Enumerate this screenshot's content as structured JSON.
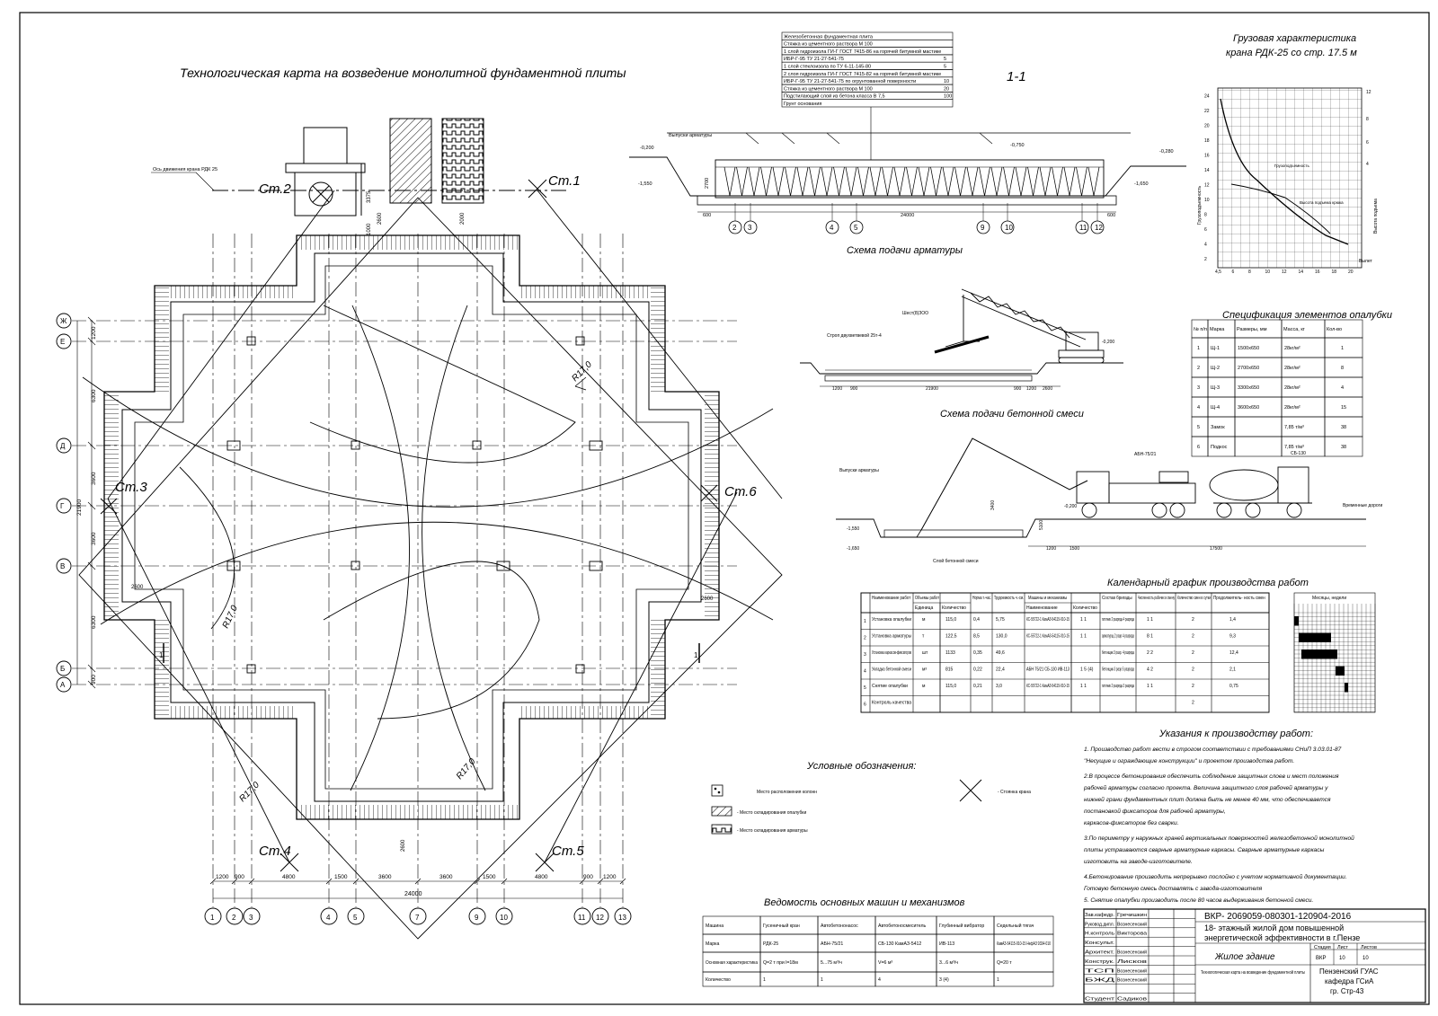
{
  "main_title": "Технологическая карта на возведение монолитной фундаментной плиты",
  "section_label": "1-1",
  "layer_table": {
    "rows": [
      "Железобетонная фундаментная плита",
      "Стяжка из цементного раствора М 100",
      "1 слой гидроизола ГИ-Г ГОСТ 7415-86 на горячей битумной мастике",
      "ИБР-Г-95 ТУ 21-27-541-75",
      "1 слой стеклоизола по ТУ 6-11-145-80",
      "2 слоя гидроизола ГИ-Г ГОСТ 7415-82 на горячей битумной мастике",
      "ИБР-Г-95 ТУ 21-27-541-75 по огрунтованной поверхности",
      "Стяжка из цементного раствора М 100",
      "Подстилающий слой из бетона класса В 7,5",
      "Грунт основания"
    ],
    "values": [
      "",
      "",
      "",
      "5",
      "5",
      "",
      "10",
      "20",
      "100",
      ""
    ]
  },
  "crane_chart": {
    "title_line1": "Грузовая характеристика",
    "title_line2": "крана РДК-25 со стр. 17.5 м",
    "ylabel_left": "Грузоподъемность",
    "ylabel_right": "Высота подъема",
    "xlabel": "Вылет",
    "curve1_label": "Грузоподъемность",
    "curve2_label": "Высота подъема крюка",
    "xticks": [
      "4,5",
      "6",
      "8",
      "10",
      "12",
      "14",
      "16",
      "18",
      "20"
    ],
    "yticks_left": [
      "2",
      "4",
      "6",
      "8",
      "10",
      "12",
      "14",
      "16",
      "18",
      "20",
      "22",
      "24"
    ],
    "yticks_right": [
      "4",
      "6",
      "8",
      "12"
    ]
  },
  "plan": {
    "stations": [
      "Ст.1",
      "Ст.2",
      "Ст.3",
      "Ст.4",
      "Ст.5",
      "Ст.6"
    ],
    "crane_axis_label": "Ось движения крана РДК 25",
    "radius_labels": [
      "R17,0",
      "R17,0",
      "R17,0",
      "R17,0"
    ],
    "row_axes": [
      "Ж",
      "Е",
      "Д",
      "Г",
      "В",
      "Б",
      "А"
    ],
    "col_axes": [
      "1",
      "2",
      "3",
      "4",
      "5",
      "7",
      "9",
      "10",
      "11",
      "12",
      "13"
    ],
    "left_dims": [
      "1200",
      "6300",
      "3600",
      "3600",
      "6300",
      "900"
    ],
    "left_total": "21900",
    "bottom_dims": [
      "1200",
      "900",
      "4800",
      "1500",
      "3600",
      "3600",
      "1500",
      "4800",
      "900",
      "1200"
    ],
    "bottom_total": "24000",
    "top_dims": [
      "3375",
      "2600",
      "2000",
      "1000"
    ],
    "other_dims": [
      "2600",
      "2600",
      "2600"
    ],
    "section_marks": [
      "1",
      "1"
    ]
  },
  "section_1_1": {
    "label_armature": "Выпуски арматуры",
    "levels": [
      "-0,200",
      "-1,550",
      "-0,750",
      "-0,280",
      "-1,650"
    ],
    "dims": [
      "2700",
      "24000",
      "600",
      "600"
    ],
    "axes": [
      "2",
      "3",
      "4",
      "5",
      "9",
      "10",
      "11",
      "12"
    ],
    "caption": "Схема подачи арматуры"
  },
  "concrete_scheme": {
    "caption": "Схема подачи бетонной смеси",
    "labels": [
      "Шест(8)ЗОО",
      "Строп двухветвевой 25т-4"
    ],
    "dims": [
      "1200",
      "900",
      "21900",
      "900",
      "1200",
      "2600"
    ],
    "level": "-0,200"
  },
  "pump_scheme": {
    "labels": [
      "Выпуски арматуры",
      "АБН-75/21",
      "СБ-130",
      "Временные дороги",
      "Слой бетонной смеси"
    ],
    "levels": [
      "-0,200",
      "-1,550",
      "-1,650"
    ],
    "dims": [
      "3400",
      "1200",
      "1500",
      "17500",
      "5100"
    ]
  },
  "formwork_spec": {
    "title": "Спецификация элементов опалубки",
    "headers": [
      "№ п/п",
      "Марка",
      "Размеры, мм",
      "Масса, кг",
      "Кол-во"
    ],
    "rows": [
      [
        "1",
        "Щ-1",
        "1500х650",
        "28кг/м²",
        "1"
      ],
      [
        "2",
        "Щ-2",
        "2700х650",
        "28кг/м²",
        "8"
      ],
      [
        "3",
        "Щ-3",
        "3300х650",
        "28кг/м²",
        "4"
      ],
      [
        "4",
        "Щ-4",
        "3600х650",
        "28кг/м²",
        "15"
      ],
      [
        "5",
        "Замок",
        "",
        "7,85 т/м³",
        "38"
      ],
      [
        "6",
        "Подкос",
        "",
        "7,85 т/м³",
        "38"
      ]
    ]
  },
  "schedule": {
    "title": "Календарный график производства работ",
    "headers": [
      "Наименование работ",
      "Объемы работ",
      "Норма т.-час.",
      "Трудоемкость ч.-см.",
      "Машины и механизмы",
      "Состав бригады",
      "Численность рабочих в смену",
      "Количество смен в сутки",
      "Продолжитель- ность смен",
      "Месяцы, недели"
    ],
    "subheaders": [
      "Единица",
      "Количество",
      "Наименование",
      "Количество"
    ],
    "rows": [
      [
        "Установка опалубки",
        "м",
        "115,0",
        "0,4",
        "5,75",
        "КС-55722-1 КамАЗ-54115-010-15",
        "1 1",
        "плотник 2 разряда 4 разряда",
        "1 1",
        "2",
        "1,4"
      ],
      [
        "Установка арматуры",
        "т",
        "122,5",
        "8,5",
        "130,0",
        "КС-55722-1 КамАЗ-54115-010-15",
        "1 1",
        "арматурщ 2 разр 4 разряда",
        "8 1",
        "2",
        "9,3"
      ],
      [
        "Установка каркасов-фиксаторов",
        "шт",
        "1133",
        "0,35",
        "49,6",
        "",
        "",
        "бетонщик 3 разр. 4 разряда",
        "2 2",
        "2",
        "12,4"
      ],
      [
        "Укладка бетонной смеси",
        "м³",
        "815",
        "0,22",
        "22,4",
        "АБН 75/21 СБ-130 ИВ-113",
        "1 5 (4)",
        "бетонщик 3 разр 5 разряда",
        "4 2",
        "2",
        "2,1"
      ],
      [
        "Снятие опалубки",
        "м",
        "115,0",
        "0,21",
        "3,0",
        "КС-55722-1 КамАЗ-54115-010-15",
        "1 1",
        "плотник 2 разряда 3 разряда",
        "1 1",
        "2",
        "0,75"
      ],
      [
        "Контроль качества",
        "",
        "",
        "",
        "",
        "",
        "",
        "",
        "",
        "2",
        ""
      ]
    ]
  },
  "instructions": {
    "title": "Указания к производству работ:",
    "lines": [
      "1. Производство работ вести в строгом соответствии с требованиями СНиП 3.03.01-87",
      "\"Несущие и ограждающие конструкции\" и проектом производства работ.",
      "2.В процессе бетонирования обеспечить соблюдение защитных слоев и мест положения",
      "рабочей арматуры согласно проекта. Величина защитного слоя рабочей арматуры у",
      "нижней грани фундаментных плит должна быть не менее 40 мм, что обеспечивается",
      "постановкой фиксаторов для рабочей арматуры,",
      "каркасов-фиксаторов без сварки.",
      "3.По периметру у наружных граней вертикальных поверхностей железобетонной монолитной",
      "плиты устраиваются сварные арматурные каркасы. Сварные арматурные каркасы",
      "изготовить на заводе-изготовителе.",
      "4.Бетонирование производить непрерывно послойно с учетом нормативной документации.",
      "Готовую бетонную смесь доставлять с завода-изготовителя",
      "5. Снятие опалубки производить после 80 часов выдерживания бетонной смеси."
    ]
  },
  "legend": {
    "title": "Условные обозначения:",
    "items": [
      "Место расположения колонн",
      "- Место складирования опалубки",
      "- Место складирования арматуры",
      "- Стоянка крана"
    ]
  },
  "machines": {
    "title": "Ведомость основных машин и механизмов",
    "headers": [
      "Машина",
      "Гусеничный кран",
      "Автобетононасос",
      "Автобетоносмеситель",
      "Глубинный вибратор",
      "Седельный тягач"
    ],
    "rows": [
      [
        "Марка",
        "РДК-25",
        "АБН-75/21",
        "СБ-130 КамАЗ-5412",
        "ИВ-113",
        "КамАЗ-54115-010-15 НефАЗ 9334-010"
      ],
      [
        "Основная характеристика",
        "Q=2 т при l=18м",
        "5...75 м³/ч",
        "V=6 м³",
        "3...6 м³/ч",
        "Q=20 т"
      ],
      [
        "Количество",
        "1",
        "1",
        "4",
        "3 (4)",
        "1"
      ]
    ]
  },
  "stamp": {
    "code": "ВКР- 2069059-080301-120904-2016",
    "project_line1": "18- этажный жилой дом повышенной",
    "project_line2": "энергетической эффективности в г.Пензе",
    "building": "Жилое здание",
    "sheet_title": "Технологическая карта на возведение фундаментной плиты",
    "org_line1": "Пензенский ГУАС",
    "org_line2": "кафедра ГСиА",
    "org_line3": "гр. Стр-43",
    "roles": [
      "Зав.кафедр.",
      "Руковод.дипл.",
      "Н.контроль",
      "Консульт.",
      "Архитект.",
      "Конструк.",
      "ТСП",
      "БЖД",
      "",
      "Студент"
    ],
    "names": [
      "Гречишкин",
      "Вознесенский",
      "Викторова",
      "",
      "Вознесенский",
      "Лисков",
      "Вознесенский",
      "Вознесенский",
      "",
      "Садиков"
    ],
    "stage_headers": [
      "Стадия",
      "Лист",
      "Листов"
    ],
    "stage_values": [
      "ВКР",
      "10",
      "10"
    ]
  }
}
